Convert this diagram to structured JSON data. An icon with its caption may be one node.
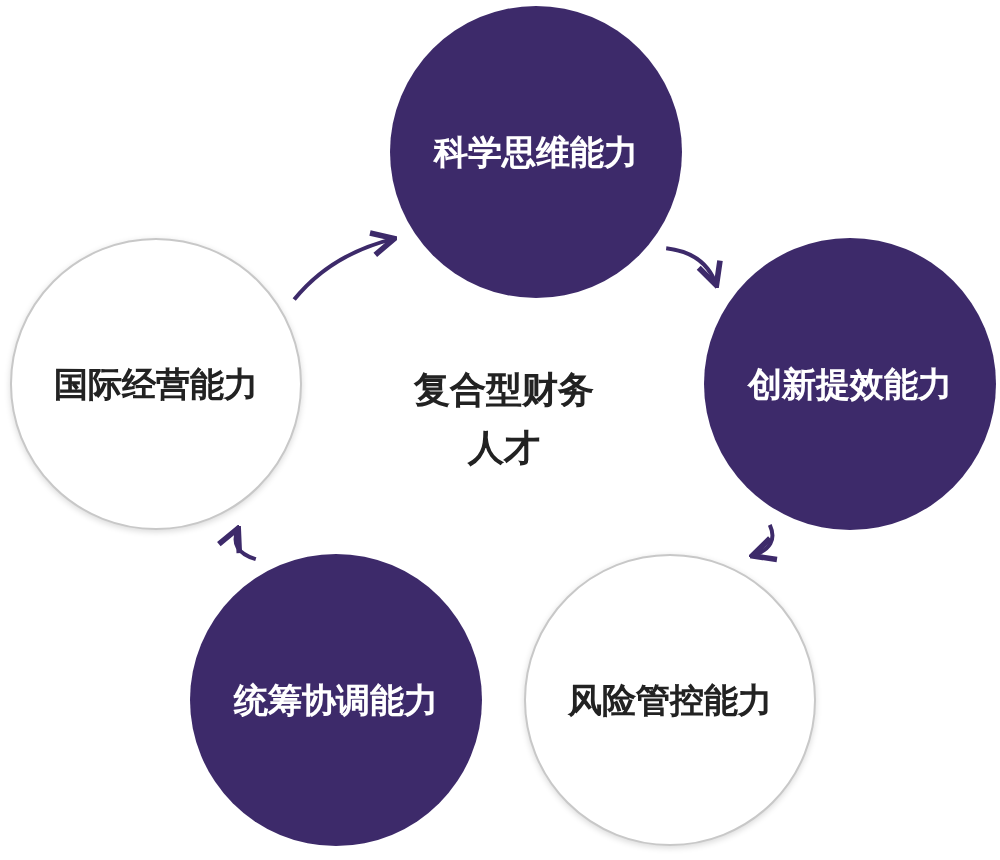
{
  "diagram": {
    "nodes": [
      {
        "text": [
          "科学思维能力"
        ]
      },
      {
        "text": [
          "国际经营能力"
        ]
      },
      {
        "text": [
          "创新提效能力"
        ]
      },
      {
        "text": [
          "统筹协调能力"
        ]
      },
      {
        "text": [
          "风险管控能力"
        ]
      }
    ],
    "edges": [
      {
        "from": 1,
        "to": 0,
        "arrow": "to"
      },
      {
        "from": 0,
        "to": 2,
        "arrow": "to"
      },
      {
        "from": 2,
        "to": 4,
        "arrow": "to"
      },
      {
        "from": 3,
        "to": 1,
        "arrow": "to"
      }
    ],
    "labels": [
      "复合型财务人才"
    ]
  }
}
